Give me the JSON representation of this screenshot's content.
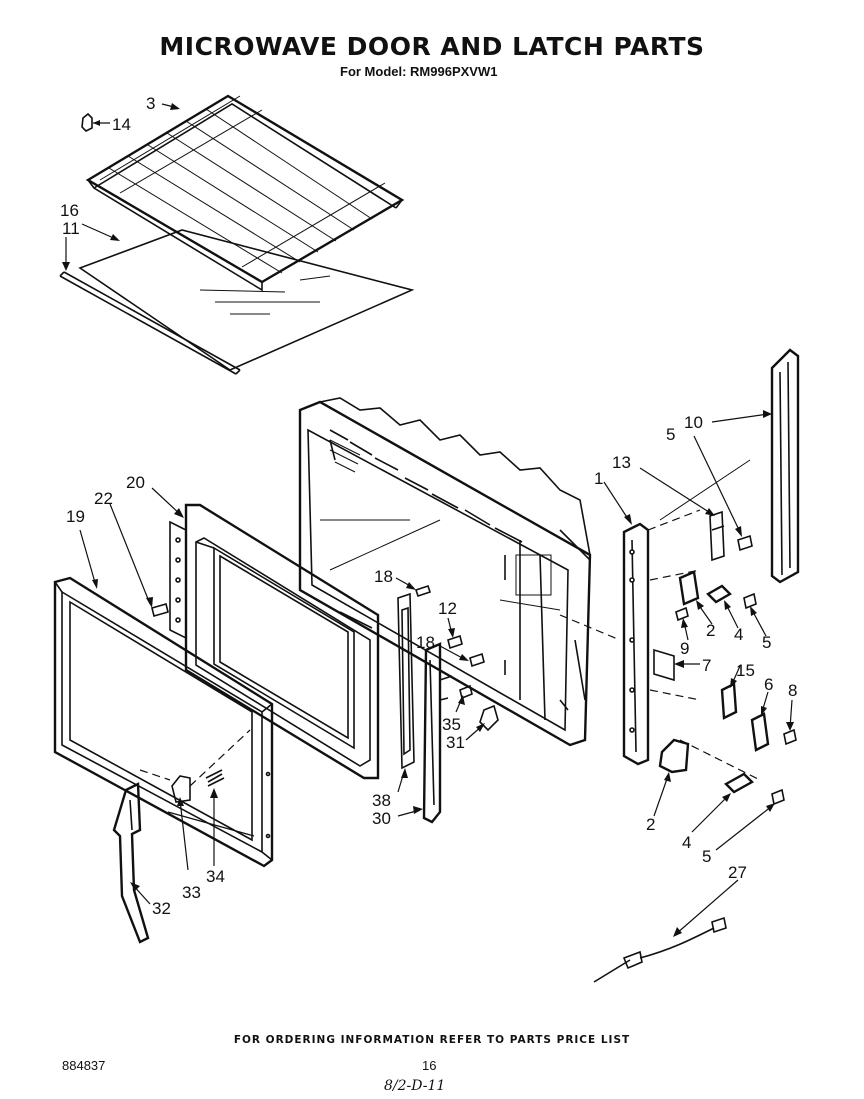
{
  "header": {
    "title": "MICROWAVE DOOR AND LATCH PARTS",
    "subtitle": "For Model: RM996PXVW1"
  },
  "callouts": {
    "c1": "1",
    "c2a": "2",
    "c2b": "2",
    "c3": "3",
    "c4a": "4",
    "c4b": "4",
    "c5a": "5",
    "c5b": "5",
    "c5c": "5",
    "c6": "6",
    "c7": "7",
    "c8": "8",
    "c9": "9",
    "c10": "10",
    "c11": "11",
    "c12": "12",
    "c13": "13",
    "c14": "14",
    "c15": "15",
    "c16": "16",
    "c18a": "18",
    "c18b": "18",
    "c19": "19",
    "c20": "20",
    "c22": "22",
    "c27": "27",
    "c30": "30",
    "c31": "31",
    "c32": "32",
    "c33": "33",
    "c34": "34",
    "c35": "35",
    "c38": "38"
  },
  "footer": {
    "note": "FOR ORDERING INFORMATION REFER TO PARTS PRICE LIST",
    "doc_number": "884837",
    "page_number": "16",
    "handwritten": "8/2-D-11"
  }
}
